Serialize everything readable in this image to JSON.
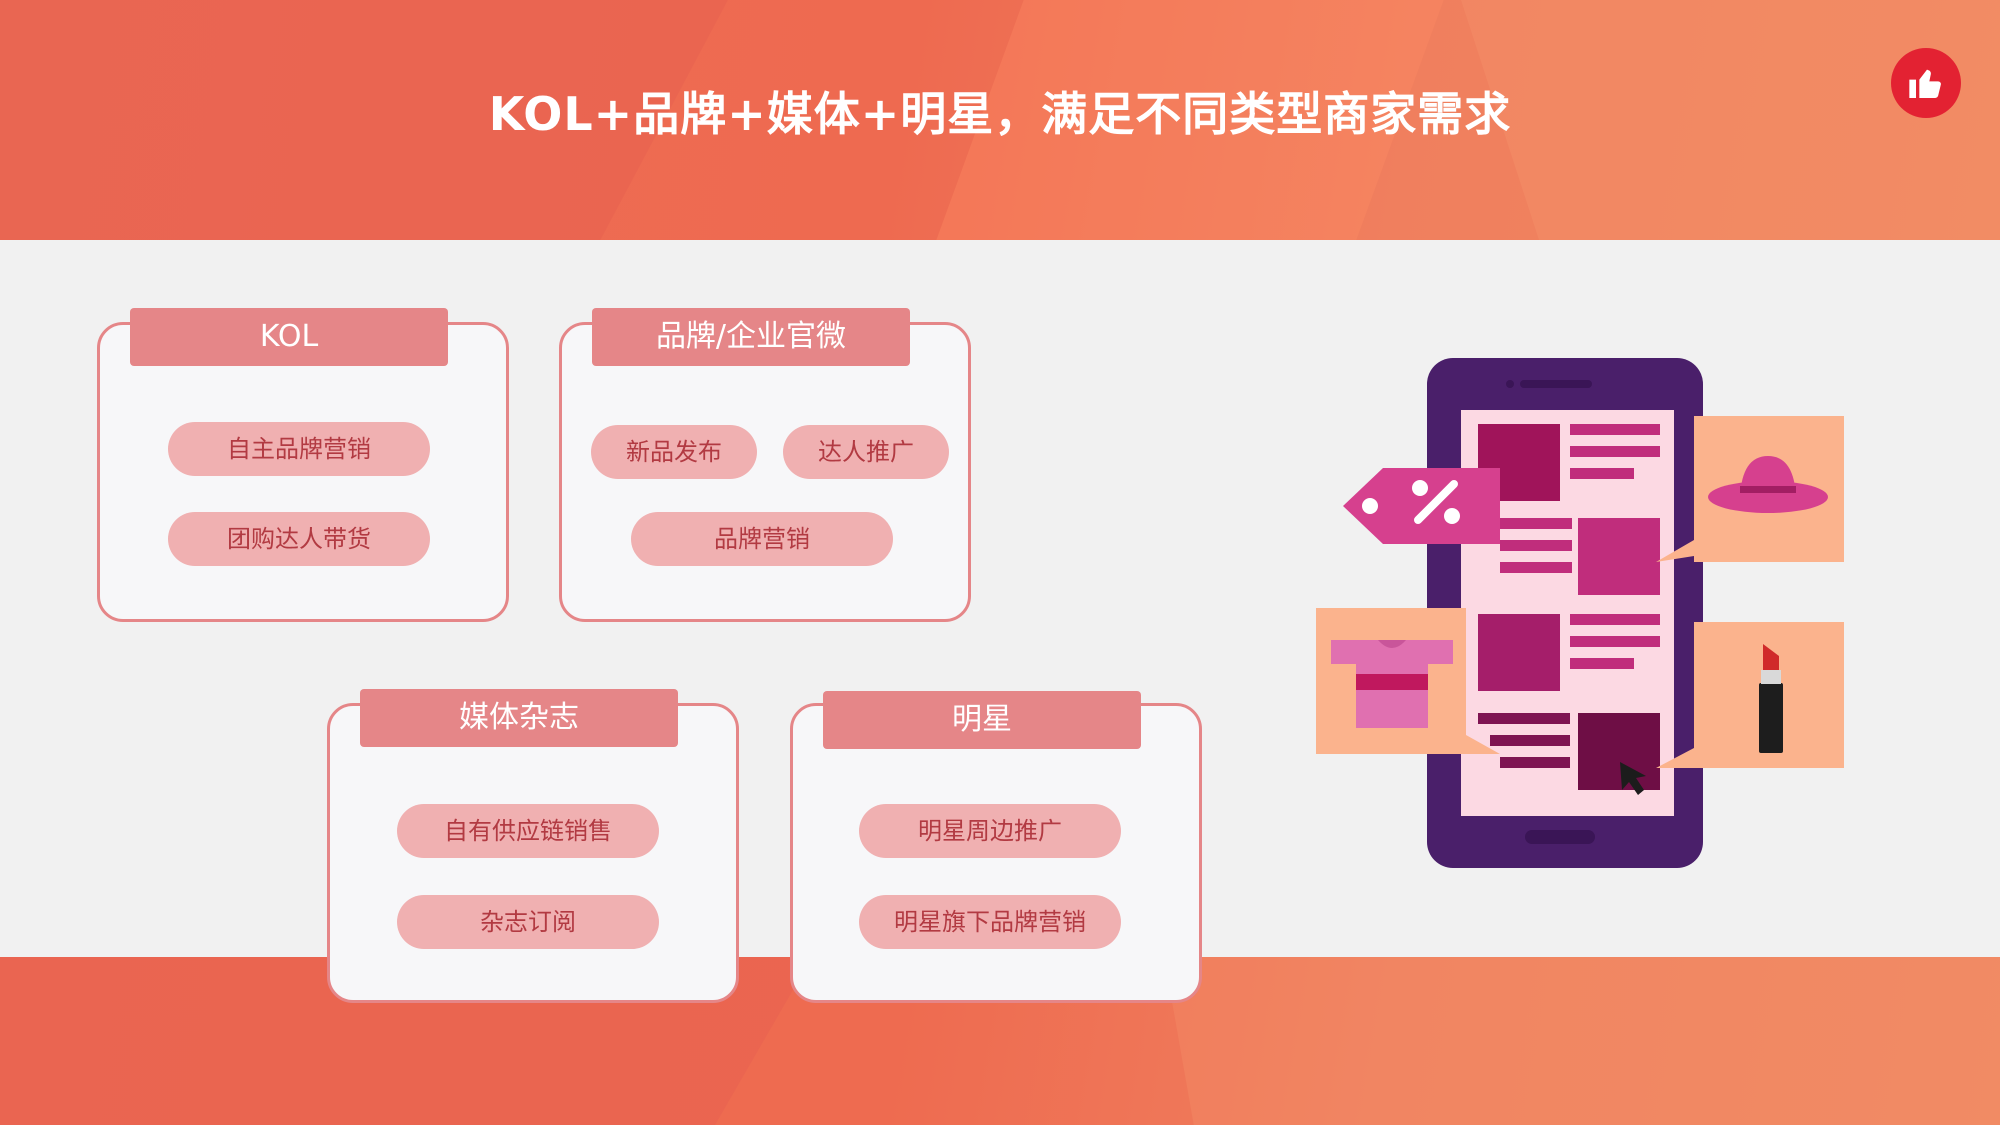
{
  "title": "KOL+品牌+媒体+明星，满足不同类型商家需求",
  "colors": {
    "band": "#ee6a50",
    "card_border": "#e58688",
    "card_header": "#e58688",
    "pill_bg": "#f0b0b1",
    "pill_text": "#b23a42",
    "badge": "#e32232",
    "phone_body": "#4a1f6a"
  },
  "icons": {
    "badge": "thumbs-up-icon",
    "illustration": [
      "smartphone-icon",
      "discount-tag-icon",
      "hat-icon",
      "shirt-icon",
      "lipstick-icon",
      "cursor-icon"
    ]
  },
  "cards": [
    {
      "header": "KOL",
      "tags": [
        "自主品牌营销",
        "团购达人带货"
      ]
    },
    {
      "header": "品牌/企业官微",
      "tags": [
        "新品发布",
        "达人推广",
        "品牌营销"
      ]
    },
    {
      "header": "媒体杂志",
      "tags": [
        "自有供应链销售",
        "杂志订阅"
      ]
    },
    {
      "header": "明星",
      "tags": [
        "明星周边推广",
        "明星旗下品牌营销"
      ]
    }
  ]
}
